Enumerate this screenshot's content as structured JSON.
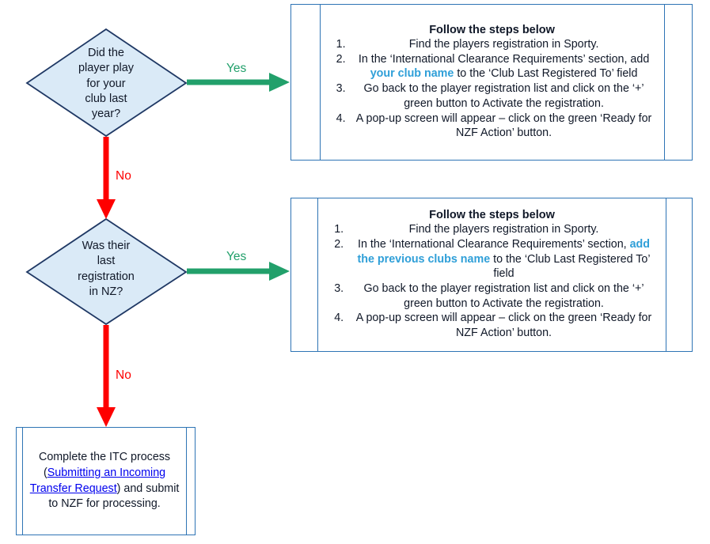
{
  "colors": {
    "diamond_fill": "#daeaf7",
    "diamond_stroke": "#1f3864",
    "table_border": "#2e74b5",
    "yes_arrow": "#22a06b",
    "no_arrow": "#fe0000",
    "highlight_text": "#2f9fd8",
    "background": "#ffffff"
  },
  "nodes": {
    "decision1": {
      "text": "Did the\nplayer play\nfor your\nclub last\nyear?",
      "shape": "diamond"
    },
    "decision2": {
      "text": "Was their\nlast\nregistration\nin NZ?",
      "shape": "diamond"
    }
  },
  "edges": {
    "yes1_label": "Yes",
    "yes2_label": "Yes",
    "no1_label": "No",
    "no2_label": "No"
  },
  "box1": {
    "title": "Follow the steps below",
    "steps": [
      {
        "pre": "Find the players registration in Sporty.",
        "highlight": "",
        "post": ""
      },
      {
        "pre": "In the ‘International Clearance Requirements’ section, add ",
        "highlight": "your club name",
        "post": " to the ‘Club Last Registered To’ field"
      },
      {
        "pre": "Go back to the player registration list and click on the ‘+’ green button to Activate the registration.",
        "highlight": "",
        "post": ""
      },
      {
        "pre": "A pop-up screen will appear – click on the green ‘Ready for NZF Action’ button.",
        "highlight": "",
        "post": ""
      }
    ]
  },
  "box2": {
    "title": "Follow the steps below",
    "steps": [
      {
        "pre": "Find the players registration in Sporty.",
        "highlight": "",
        "post": ""
      },
      {
        "pre": "In the ‘International Clearance Requirements’ section, ",
        "highlight": "add the previous clubs name",
        "post": " to the ‘Club Last Registered To’ field"
      },
      {
        "pre": "Go back to the player registration list and click on the ‘+’ green button to Activate the registration.",
        "highlight": "",
        "post": ""
      },
      {
        "pre": "A pop-up screen will appear – click on the green ‘Ready for NZF Action’ button.",
        "highlight": "",
        "post": ""
      }
    ]
  },
  "box3": {
    "pre": "Complete the ITC process (",
    "link": "Submitting an Incoming Transfer Request",
    "post": ") and submit to NZF for processing."
  }
}
